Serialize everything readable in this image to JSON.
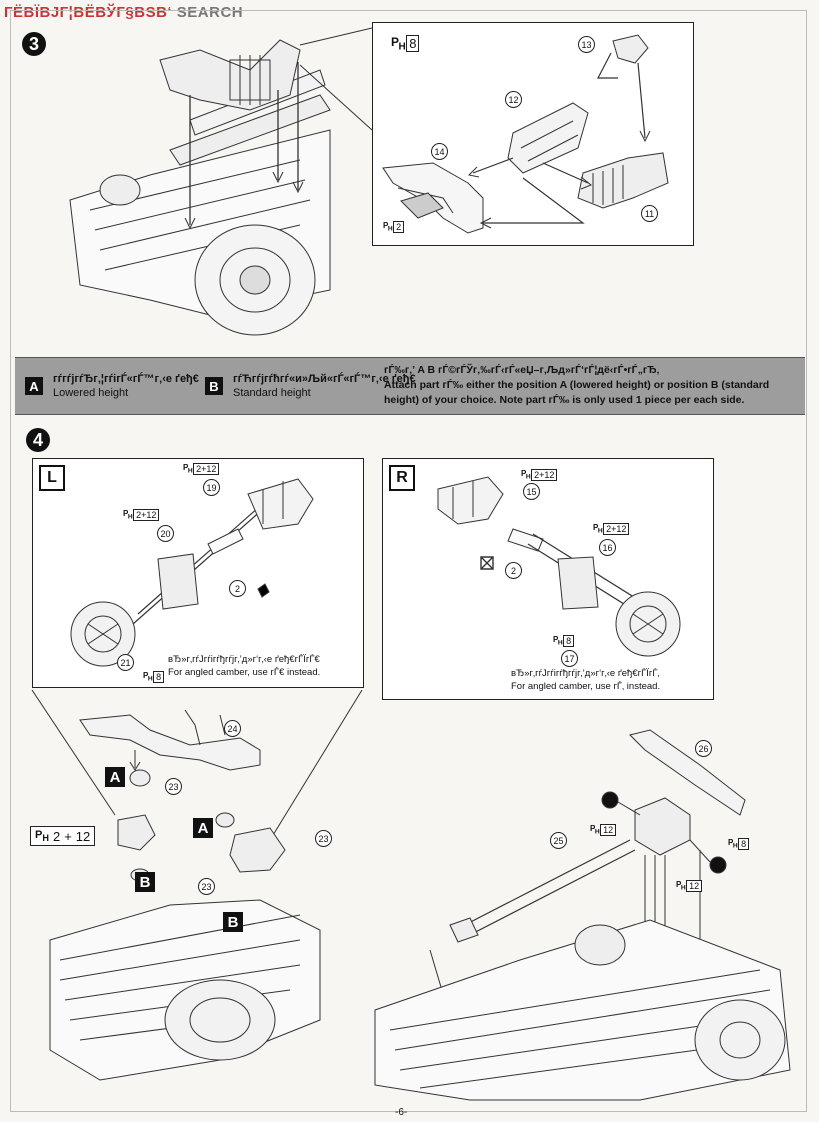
{
  "watermark": {
    "part1": "ГЁВЇВЈГ¦ВЁВЎГ§ВЅВ‘",
    "part2": "SEARCH"
  },
  "steps": {
    "step3": {
      "number": "3",
      "detail_ph_label": "8",
      "parts": {
        "p13": "13",
        "p12": "12",
        "p14": "14",
        "p11": "11",
        "ph_small": "2"
      }
    },
    "banner": {
      "a_letter": "A",
      "a_ja": "гѓ­гѓјгѓЂг‚¦гѓігЃ«гЃ™г‚‹е ґеђ€",
      "a_en": "Lowered height",
      "b_letter": "B",
      "b_ja": "гѓЋгѓјгѓћгѓ«и»Љй«гЃ«гЃ™г‚‹е ґеђ€",
      "b_en": "Standard height",
      "note_ja": "гЃ‰г‚’ A B гЃ©гЃЎг‚‰гЃ‹гЃ«еЏ–г‚Љд»гЃ‘гЃ¦дё‹гЃ•гЃ„гЂ‚",
      "note_en": "Attach part гЃ‰ either the position A (lowered height) or position B (standard height) of your choice. Note part гЃ‰ is only used 1 piece per each side."
    },
    "step4": {
      "number": "4",
      "left_box": {
        "label": "L",
        "ph_top": "2+12",
        "ph_mid": "2+12",
        "ph_bottom": "8",
        "p19": "19",
        "p20": "20",
        "p21": "21",
        "p2": "2",
        "note_ja": "вЂ»г‚­гѓЈгѓігѓђгѓјг‚’д»г‘г‚‹е ґеђ€гЃЇгЃ€",
        "note_en": "For angled camber, use гЃ€ instead."
      },
      "right_box": {
        "label": "R",
        "ph_top": "2+12",
        "ph_mid": "2+12",
        "ph_bottom": "8",
        "p15": "15",
        "p16": "16",
        "p17": "17",
        "p2": "2",
        "note_ja": "вЂ»г‚­гѓЈгѓігѓђгѓјг‚’д»г‘г‚‹е ґеђ€гЃЇгЃ‚",
        "note_en": "For angled camber, use гЃ‚ instead."
      },
      "legend": {
        "p1": "2",
        "plus": "+",
        "p2": "12"
      },
      "assembly": {
        "p24": "24",
        "p23": "23",
        "p25": "25",
        "p26": "26",
        "ph12": "12",
        "ph8": "8",
        "a": "A",
        "b": "B"
      }
    }
  },
  "page_number": "-6-"
}
